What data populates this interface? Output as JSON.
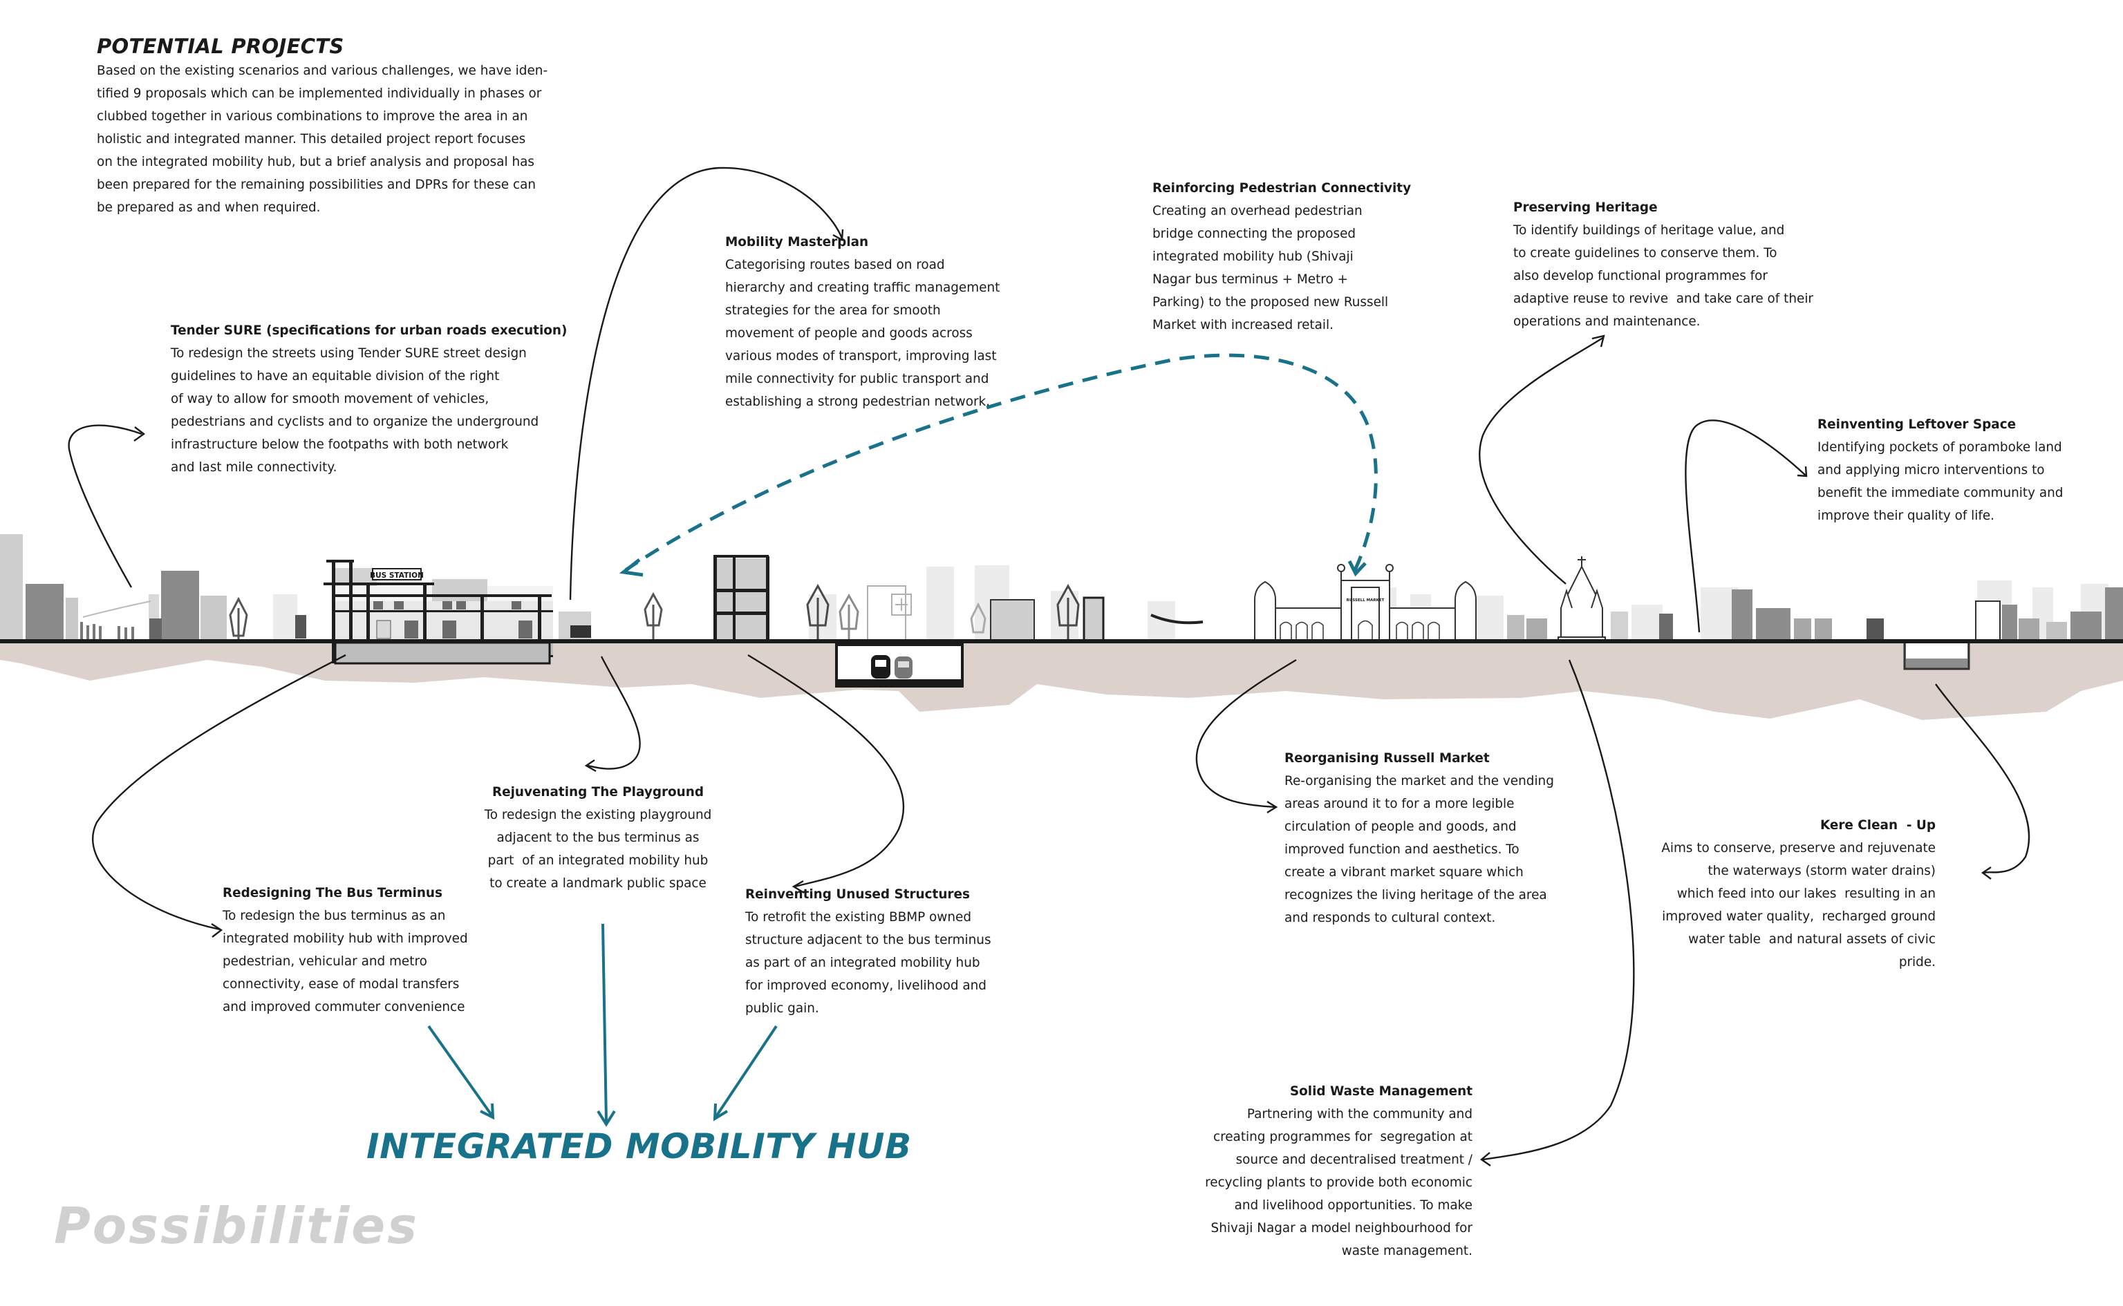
{
  "header": {
    "title": "POTENTIAL PROJECTS",
    "intro_lines": [
      "Based on the existing scenarios and various challenges, we have iden-",
      "tified 9 proposals which can be implemented individually in phases or",
      "clubbed together in various combinations to improve the area in an",
      "holistic and integrated manner. This detailed project report focuses",
      "on the integrated mobility hub, but a brief analysis and proposal has",
      "been prepared for the remaining possibilities and DPRs for these can",
      "be prepared as and when required."
    ]
  },
  "section_labels": {
    "bus_station_sign": "BUS STATION",
    "russell_market_sign": "RUSSELL MARKET"
  },
  "proposals": {
    "tender_sure": {
      "title": "Tender SURE (specifications for urban roads execution)",
      "lines": [
        "To redesign the streets using Tender SURE street design",
        "guidelines to have an equitable division of the right",
        "of way to allow for smooth movement of vehicles,",
        "pedestrians and cyclists and to organize the underground",
        "infrastructure below the footpaths with both network",
        "and last mile connectivity."
      ]
    },
    "mobility_masterplan": {
      "title": "Mobility Masterplan",
      "lines": [
        "Categorising routes based on road",
        "hierarchy and creating traffic management",
        "strategies for the area for smooth",
        "movement of people and goods across",
        "various modes of transport, improving last",
        "mile connectivity for public transport and",
        "establishing a strong pedestrian network."
      ]
    },
    "pedestrian_connectivity": {
      "title": "Reinforcing Pedestrian Connectivity",
      "lines": [
        "Creating an overhead pedestrian",
        "bridge connecting the proposed",
        "integrated mobility hub (Shivaji",
        "Nagar bus terminus + Metro +",
        "Parking) to the proposed new Russell",
        "Market with increased retail."
      ]
    },
    "preserving_heritage": {
      "title": "Preserving Heritage",
      "lines": [
        "To identify buildings of heritage value, and",
        "to create guidelines to conserve them. To",
        "also develop functional programmes for",
        "adaptive reuse to revive  and take care of their",
        "operations and maintenance."
      ]
    },
    "leftover_space": {
      "title": "Reinventing Leftover Space",
      "lines": [
        "Identifying pockets of poramboke land",
        "and applying micro interventions to",
        "benefit the immediate community and",
        "improve their quality of life."
      ]
    },
    "playground": {
      "title": "Rejuvenating The Playground",
      "lines": [
        "To redesign the existing playground",
        "adjacent to the bus terminus as",
        "part  of an integrated mobility hub",
        "to create a landmark public space"
      ]
    },
    "bus_terminus": {
      "title": "Redesigning The Bus Terminus",
      "lines": [
        "To redesign the bus terminus as an",
        "integrated mobility hub with improved",
        "pedestrian, vehicular and metro",
        "connectivity, ease of modal transfers",
        "and improved commuter convenience"
      ]
    },
    "unused_structures": {
      "title": "Reinventing Unused Structures",
      "lines": [
        "To retrofit the existing BBMP owned",
        "structure adjacent to the bus terminus",
        "as part of an integrated mobility hub",
        "for improved economy, livelihood and",
        "public gain."
      ]
    },
    "russell_market": {
      "title": "Reorganising Russell Market",
      "lines": [
        "Re-organising the market and the vending",
        "areas around it to for a more legible",
        "circulation of people and goods, and",
        "improved function and aesthetics. To",
        "create a vibrant market square which",
        "recognizes the living heritage of the area",
        "and responds to cultural context."
      ]
    },
    "kere_clean_up": {
      "title": "Kere Clean  - Up",
      "lines": [
        "Aims to conserve, preserve and rejuvenate",
        "the waterways (storm water drains)",
        "which feed into our lakes  resulting in an",
        "improved water quality,  recharged ground",
        "water table  and natural assets of civic",
        "pride."
      ]
    },
    "solid_waste": {
      "title": "Solid Waste Management",
      "lines": [
        "Partnering with the community and",
        "creating programmes for  segregation at",
        "source and decentralised treatment /",
        "recycling plants to provide both economic",
        "and livelihood opportunities. To make",
        "Shivaji Nagar a model neighbourhood for",
        "waste management."
      ]
    }
  },
  "hub_label": "INTEGRATED MOBILITY HUB",
  "footer_label": "Possibilities",
  "colors": {
    "accent_teal": "#17728a",
    "ground": "#ddd1cc",
    "ink": "#1a1a1a",
    "building_dark": "#7f7f7f",
    "building_mid": "#a9a9a9",
    "building_light": "#d6d6d6",
    "faint": "#ececec",
    "footer_grey": "#d0d0d0"
  }
}
